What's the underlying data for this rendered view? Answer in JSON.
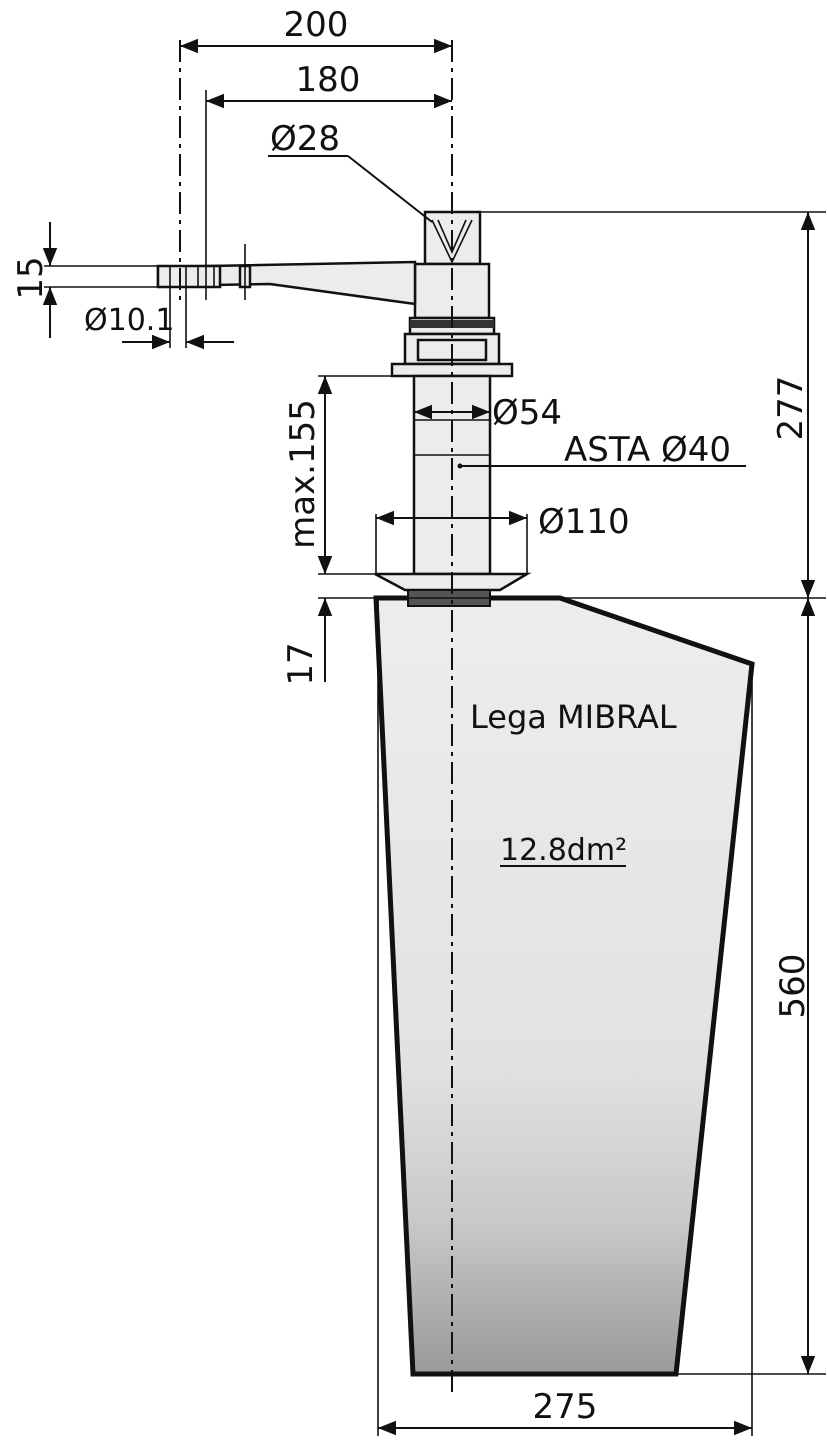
{
  "dimensions": {
    "tiller_length_outer": "200",
    "tiller_length_inner": "180",
    "top_diameter": "Ø28",
    "tiller_thickness": "15",
    "tiller_hole": "Ø10.1",
    "collar_diameter": "Ø54",
    "stock_label": "ASTA Ø40",
    "max_length": "max.155",
    "flange_diameter": "Ø110",
    "gap": "17",
    "upper_height": "277",
    "blade_height": "560",
    "blade_width": "275"
  },
  "blade": {
    "material": "Lega MIBRAL",
    "area": "12.8dm²"
  }
}
